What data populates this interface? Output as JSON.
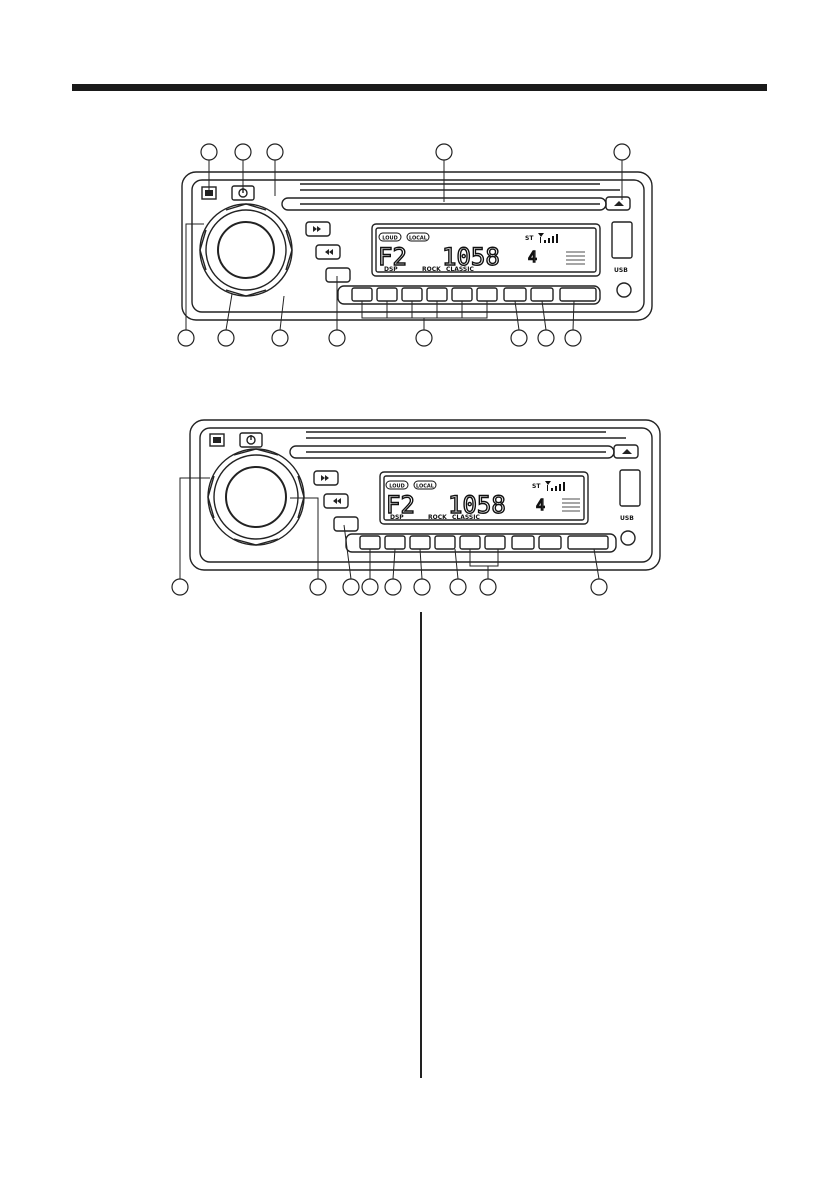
{
  "diagram": {
    "top_rule_color": "#1a1a1a",
    "line_color": "#222222",
    "panels": [
      {
        "id": "front-panel-1",
        "display": {
          "loud": "LOUD",
          "local": "LOCAL",
          "band": "F2",
          "frequency": "1058",
          "preset": "4",
          "stereo": "ST",
          "dsp": "DSP",
          "rock": "ROCK",
          "classic": "CLASSIC"
        },
        "usb_label": "USB"
      },
      {
        "id": "front-panel-2",
        "display": {
          "loud": "LOUD",
          "local": "LOCAL",
          "band": "F2",
          "frequency": "1058",
          "preset": "4",
          "stereo": "ST",
          "dsp": "DSP",
          "rock": "ROCK",
          "classic": "CLASSIC"
        },
        "usb_label": "USB"
      }
    ],
    "icons": [
      "release-button-icon",
      "power-icon",
      "eject-icon",
      "next-track-icon",
      "previous-track-icon",
      "antenna-signal-icon"
    ]
  }
}
